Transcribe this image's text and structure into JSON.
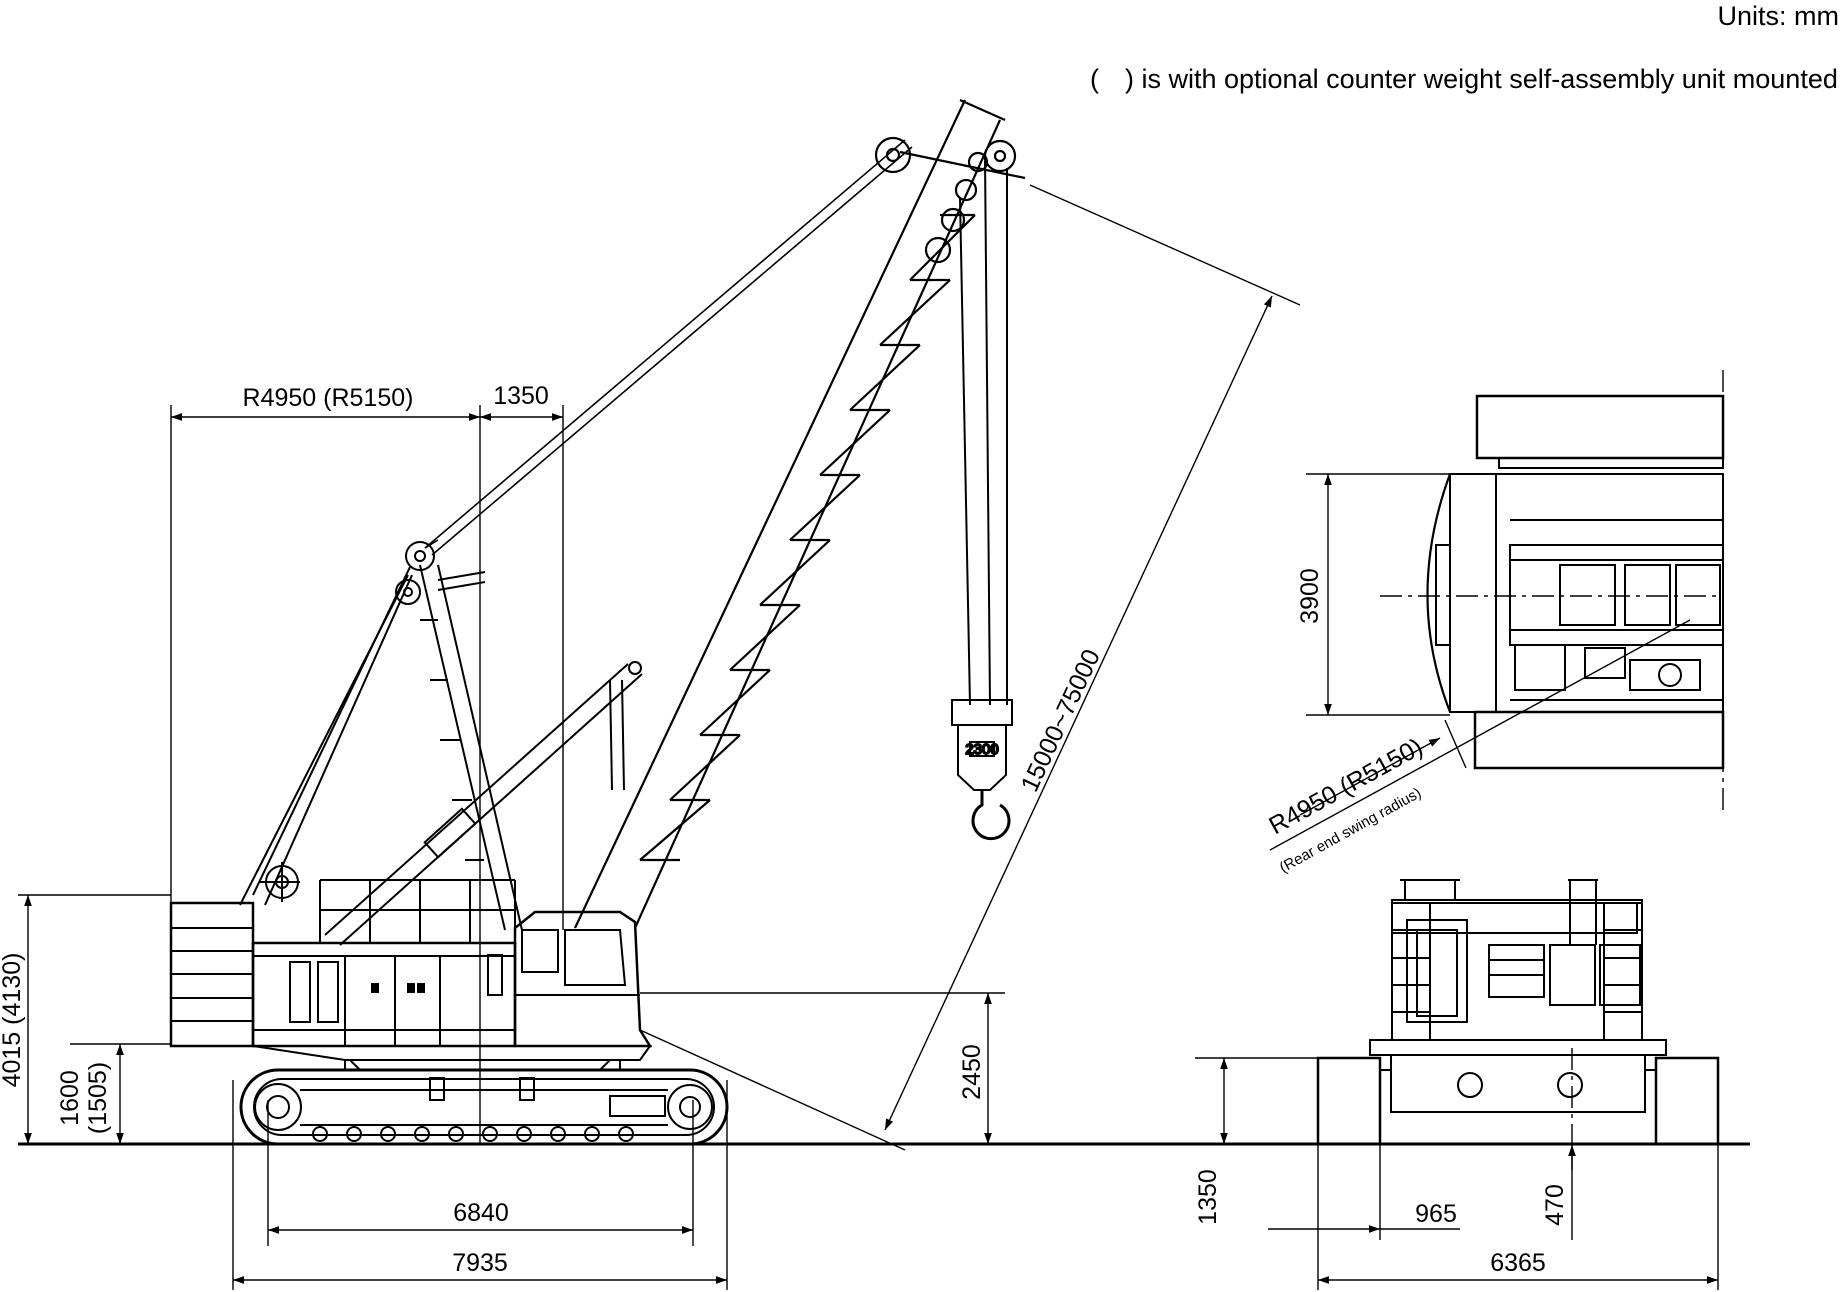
{
  "notes": {
    "units": "Units: mm",
    "optional_cw_open": "(",
    "optional_cw_text": ") is with optional counter weight self-assembly unit mounted"
  },
  "dimensions": {
    "rear_swing_radius": "R4950 (R5150)",
    "boom_foot_offset": "1350",
    "boom_length": "15000~75000",
    "overall_height": "4015 (4130)",
    "counterweight_clearance": "1600",
    "counterweight_clearance_alt": "(1505)",
    "cab_height": "2450",
    "tumbler_distance": "6840",
    "crawler_length": "7935",
    "upper_width": "3900",
    "plan_swing_radius": "R4950 (R5150)",
    "plan_swing_radius_caption": "(Rear end swing radius)",
    "crawler_height": "1350",
    "shoe_width": "965",
    "ground_clearance": "470",
    "overall_width": "6365"
  },
  "hook_block_label": "2300",
  "colors": {
    "line": "#000000",
    "background": "#ffffff"
  }
}
